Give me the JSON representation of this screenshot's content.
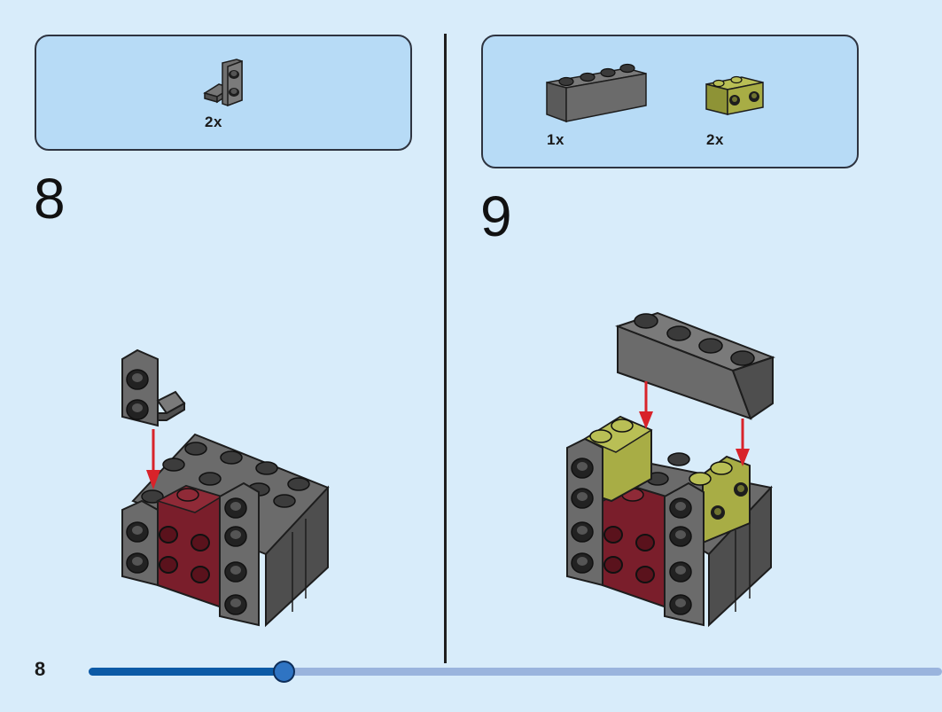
{
  "steps": [
    {
      "number": "8",
      "parts": [
        {
          "name": "gray-bracket-1x2-2x2",
          "qty": "2x"
        }
      ]
    },
    {
      "number": "9",
      "parts": [
        {
          "name": "gray-brick-1x4",
          "qty": "1x"
        },
        {
          "name": "olive-brick-1x2-with-studs-on-side",
          "qty": "2x"
        }
      ]
    }
  ],
  "page": {
    "number": "8"
  },
  "progress": {
    "fraction": 0.228
  },
  "colors": {
    "background": "#d8ecfa",
    "parts_box": "#b7dbf6",
    "gray": "#6b6b6b",
    "dark_red": "#7a1e2b",
    "olive": "#a8ad45",
    "arrow": "#d8232a",
    "progress_fill": "#0c5aa6",
    "progress_track": "#9ab4dd"
  }
}
